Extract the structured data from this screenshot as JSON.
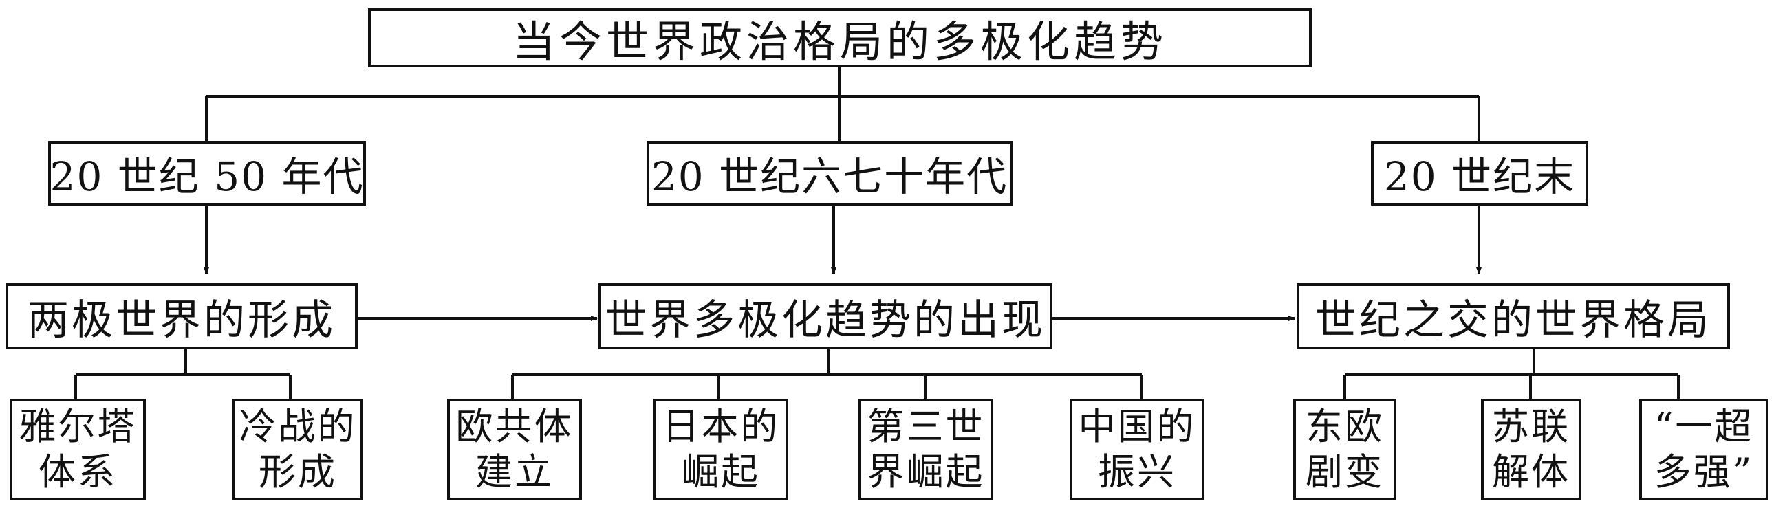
{
  "title": "当今世界政治格局的多极化趋势",
  "periods": [
    {
      "label": "20 世纪 50 年代"
    },
    {
      "label": "20 世纪六七十年代"
    },
    {
      "label": "20 世纪末"
    }
  ],
  "stages": [
    {
      "label": "两极世界的形成"
    },
    {
      "label": "世界多极化趋势的出现"
    },
    {
      "label": "世纪之交的世界格局"
    }
  ],
  "events": [
    {
      "line1": "雅尔塔",
      "line2": "体系"
    },
    {
      "line1": "冷战的",
      "line2": "形成"
    },
    {
      "line1": "欧共体",
      "line2": "建立"
    },
    {
      "line1": "日本的",
      "line2": "崛起"
    },
    {
      "line1": "第三世",
      "line2": "界崛起"
    },
    {
      "line1": "中国的",
      "line2": "振兴"
    },
    {
      "line1": "东欧",
      "line2": "剧变"
    },
    {
      "line1": "苏联",
      "line2": "解体"
    },
    {
      "line1": "“一超",
      "line2": "多强”"
    }
  ]
}
